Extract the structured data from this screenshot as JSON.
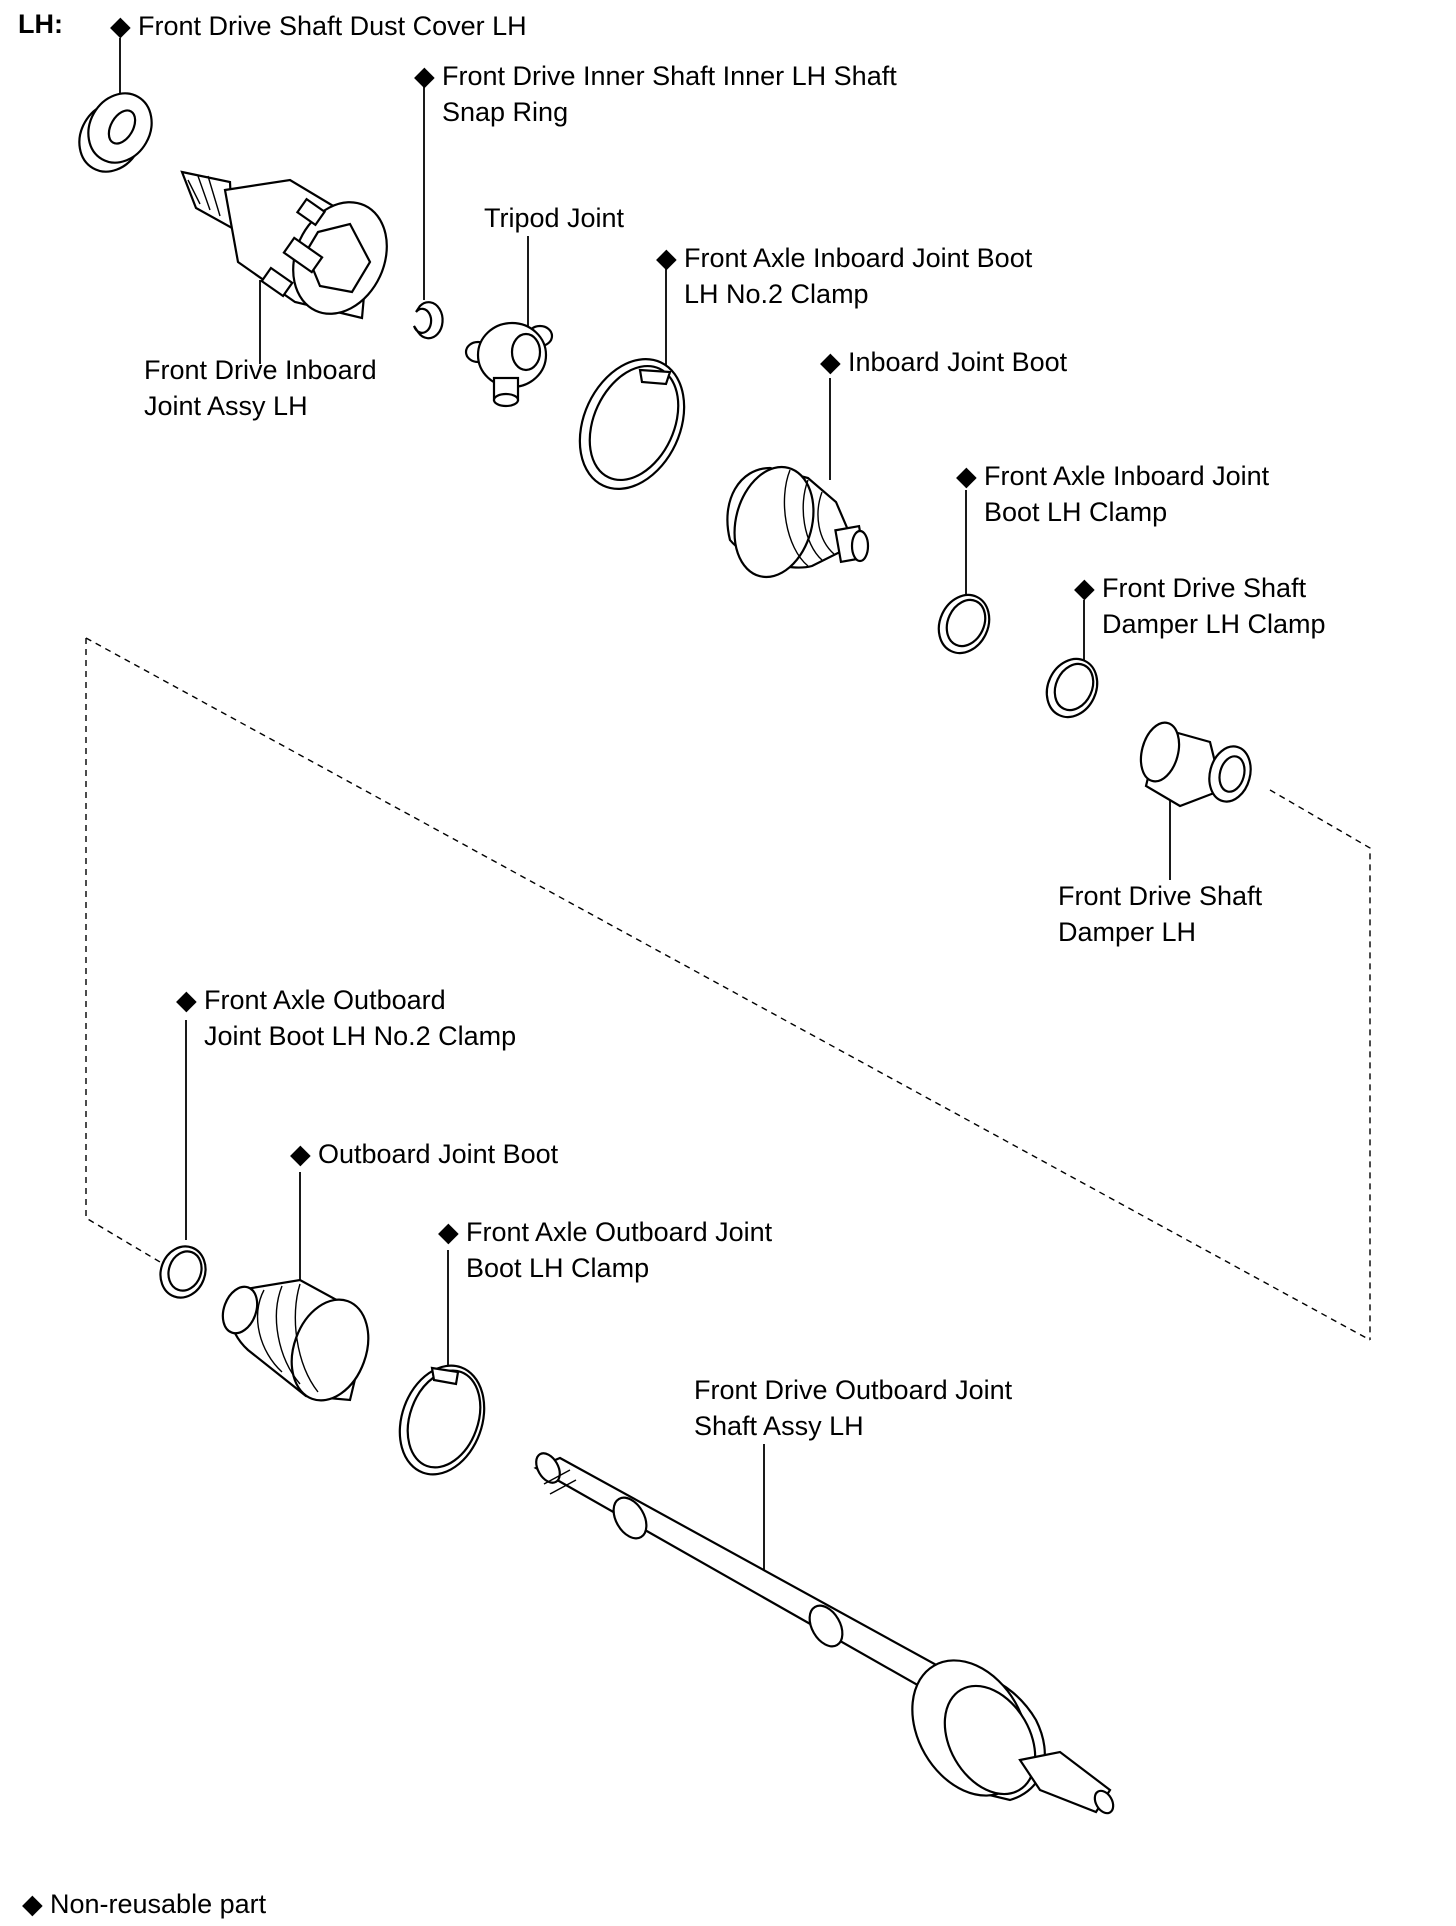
{
  "title": "LH:",
  "marker_symbol": "◆",
  "legend": {
    "symbol": "◆",
    "text": "Non-reusable part"
  },
  "labels": [
    {
      "id": "dust-cover",
      "line1": "Front Drive Shaft Dust Cover LH",
      "line2": "",
      "non_reusable": true
    },
    {
      "id": "snap-ring",
      "line1": "Front Drive Inner Shaft Inner LH Shaft",
      "line2": "Snap Ring",
      "non_reusable": true
    },
    {
      "id": "tripod-joint",
      "line1": "Tripod Joint",
      "line2": "",
      "non_reusable": false
    },
    {
      "id": "inboard-no2-clamp",
      "line1": "Front Axle Inboard Joint Boot",
      "line2": "LH No.2 Clamp",
      "non_reusable": true
    },
    {
      "id": "inboard-assy",
      "line1": "Front Drive Inboard",
      "line2": "Joint Assy LH",
      "non_reusable": false
    },
    {
      "id": "inboard-boot",
      "line1": "Inboard Joint Boot",
      "line2": "",
      "non_reusable": true
    },
    {
      "id": "inboard-clamp",
      "line1": "Front Axle Inboard Joint",
      "line2": "Boot LH Clamp",
      "non_reusable": true
    },
    {
      "id": "damper-clamp",
      "line1": "Front Drive Shaft",
      "line2": "Damper LH Clamp",
      "non_reusable": true
    },
    {
      "id": "damper",
      "line1": "Front Drive Shaft",
      "line2": "Damper LH",
      "non_reusable": false
    },
    {
      "id": "outboard-no2-clamp",
      "line1": "Front Axle Outboard",
      "line2": "Joint Boot LH No.2 Clamp",
      "non_reusable": true
    },
    {
      "id": "outboard-boot",
      "line1": "Outboard Joint Boot",
      "line2": "",
      "non_reusable": true
    },
    {
      "id": "outboard-clamp",
      "line1": "Front Axle Outboard Joint",
      "line2": "Boot LH Clamp",
      "non_reusable": true
    },
    {
      "id": "outboard-shaft",
      "line1": "Front Drive Outboard Joint",
      "line2": "Shaft Assy LH",
      "non_reusable": false
    }
  ]
}
